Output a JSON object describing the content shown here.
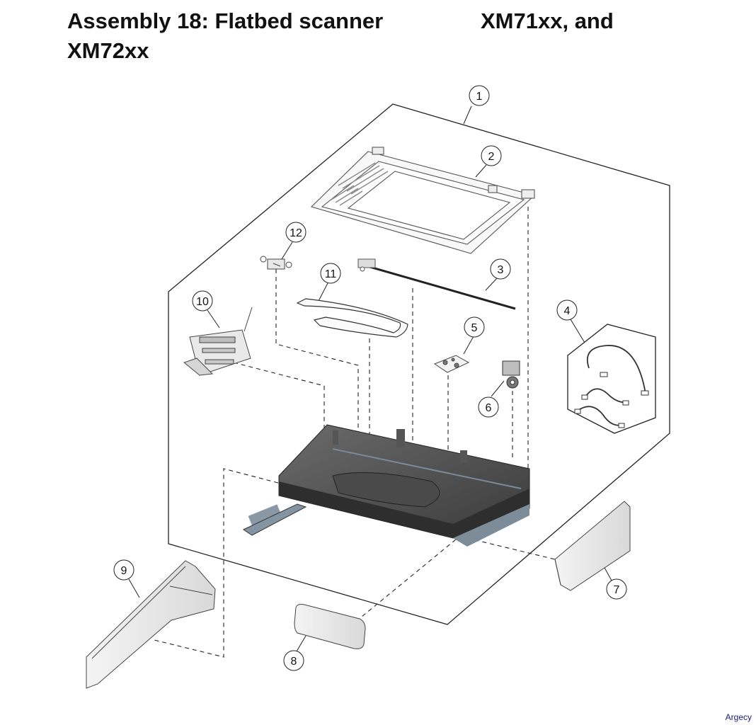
{
  "header": {
    "title_line1": "Assembly 18: Flatbed scanner",
    "title_models": "XM71xx, and",
    "title_line2": "XM72xx"
  },
  "callouts": [
    "1",
    "2",
    "3",
    "4",
    "5",
    "6",
    "7",
    "8",
    "9",
    "10",
    "11",
    "12"
  ],
  "footer": {
    "brand": "Argecy"
  }
}
